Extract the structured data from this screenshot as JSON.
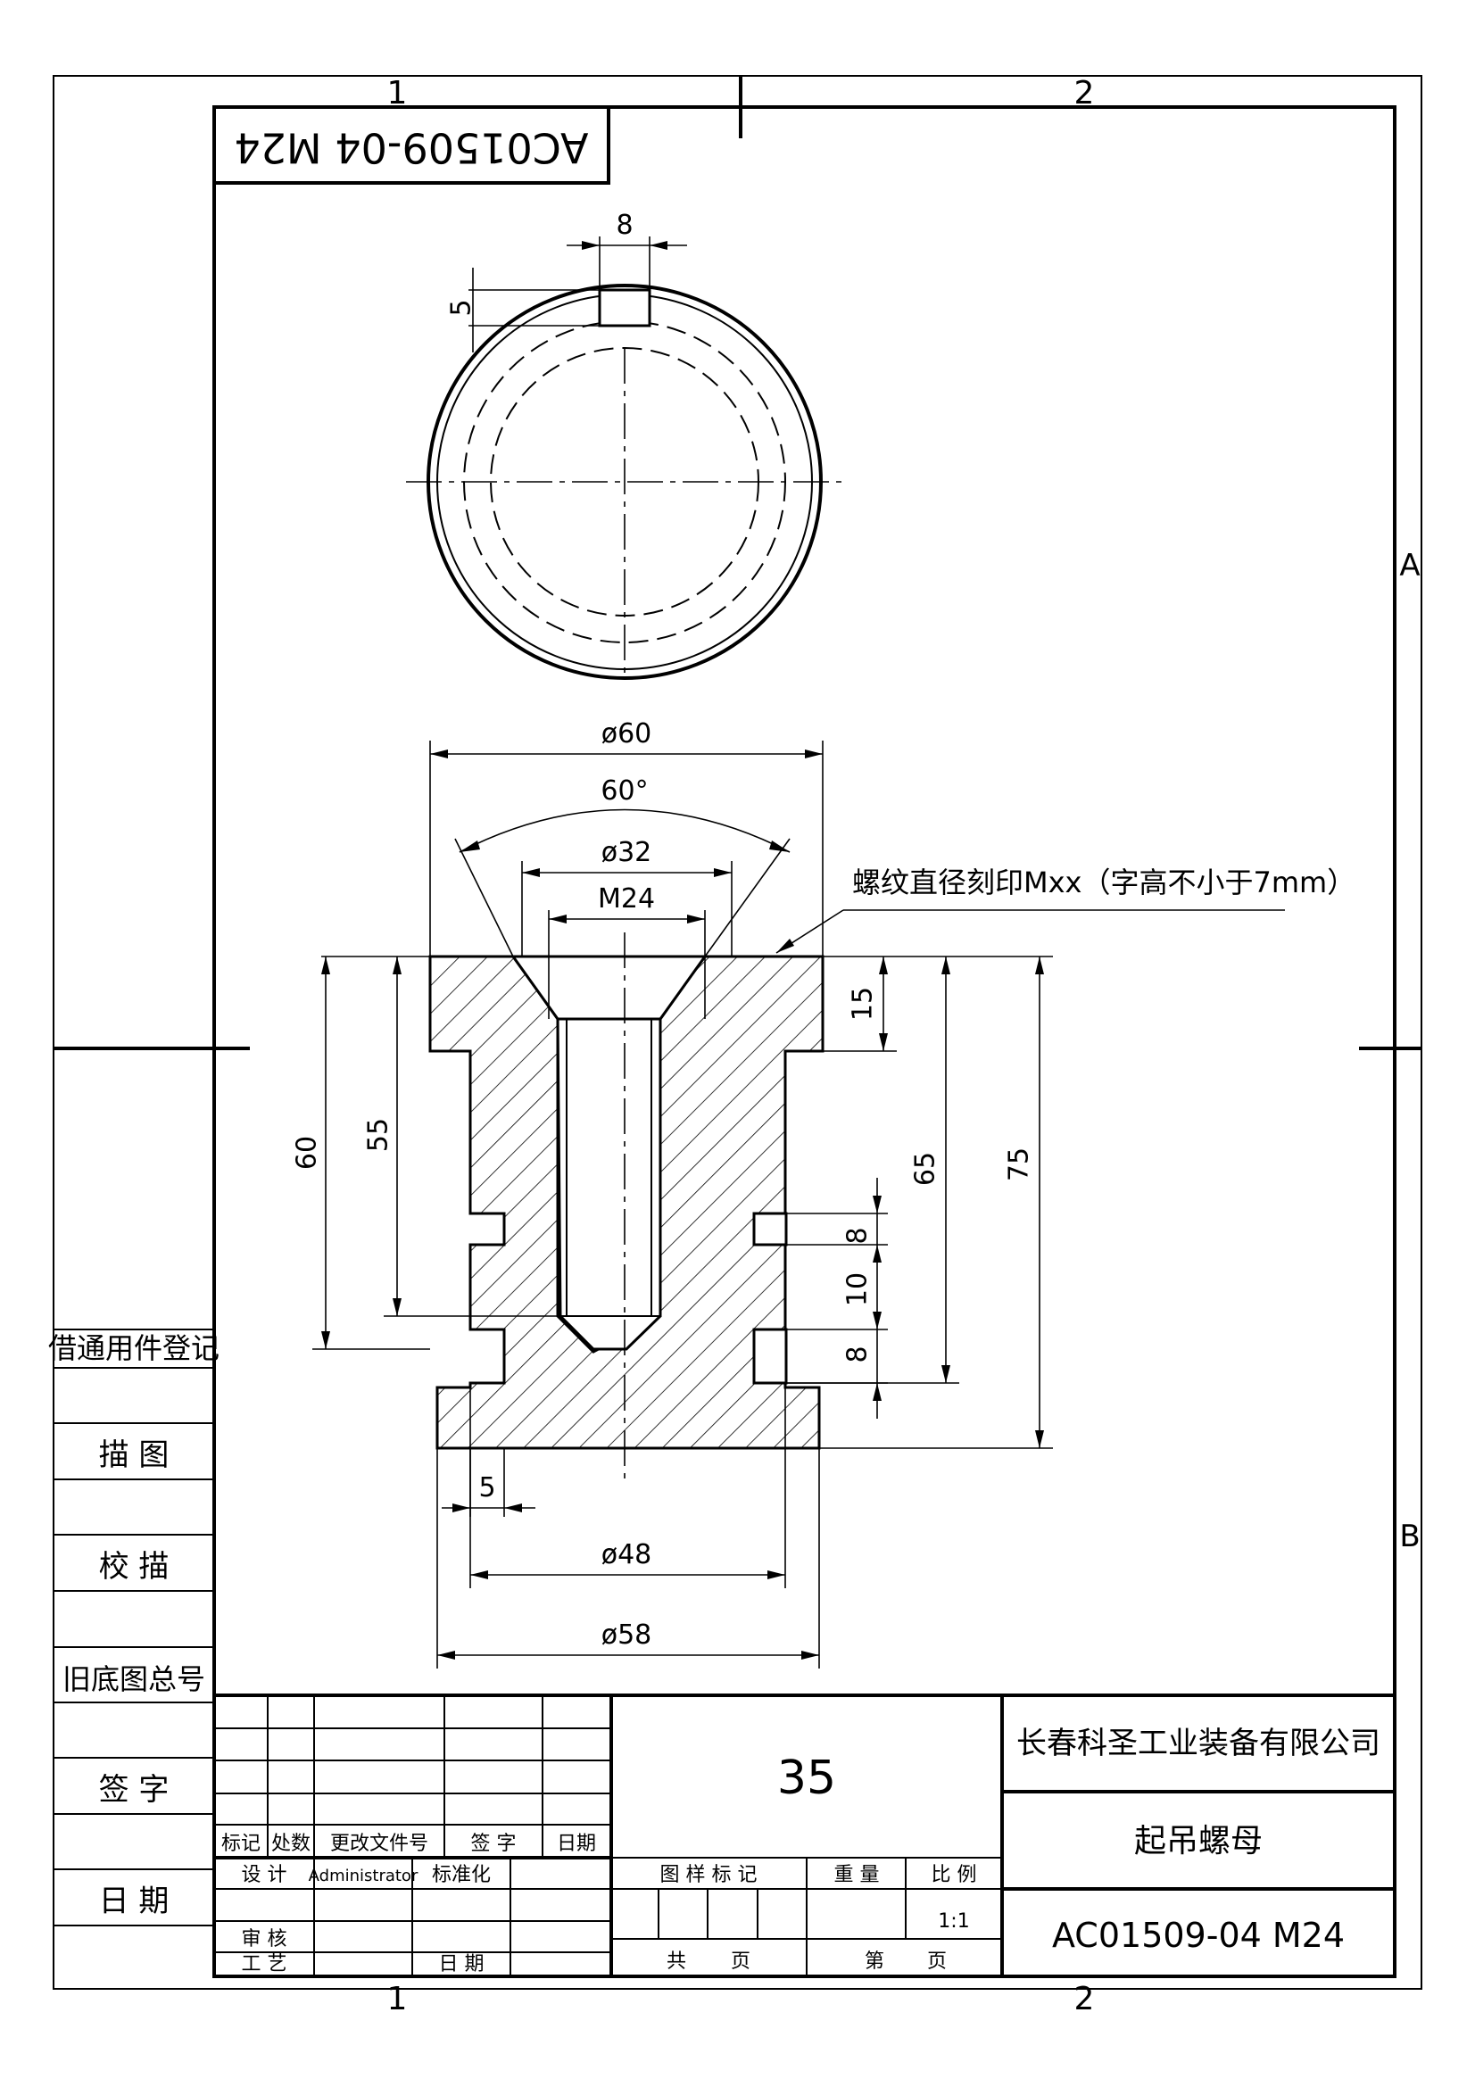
{
  "sheet": {
    "zones_top": [
      "1",
      "2"
    ],
    "zones_bottom": [
      "1",
      "2"
    ],
    "zones_right": [
      "A",
      "B"
    ],
    "stamp_mirrored": "AC01509-04 M24"
  },
  "side_strip": {
    "labels": [
      "借通用件登记",
      "描 图",
      "校 描",
      "旧底图总号",
      "签 字",
      "日 期"
    ]
  },
  "top_view": {
    "dims": {
      "slot_width": "8",
      "slot_depth": "5"
    }
  },
  "section_view": {
    "dims": {
      "outer_dia": "ø60",
      "angle": "60°",
      "counterbore_dia": "ø32",
      "thread": "M24",
      "left_height_60": "60",
      "left_height_55": "55",
      "top_15": "15",
      "height_65": "65",
      "height_75": "75",
      "groove_8a": "8",
      "groove_10": "10",
      "groove_8b": "8",
      "flange_5": "5",
      "groove_dia": "ø48",
      "base_dia": "ø58"
    },
    "note": "螺纹直径刻印Mxx（字高不小于7mm）"
  },
  "title_block": {
    "material": "35",
    "company": "长春科圣工业装备有限公司",
    "part_name": "起吊螺母",
    "drawing_no": "AC01509-04 M24",
    "rev_headers": [
      "标记",
      "处数",
      "更改文件号",
      "签 字",
      "日期"
    ],
    "design_label": "设 计",
    "designer": "Administrator",
    "standardize_label": "标准化",
    "review_label": "审 核",
    "process_label": "工 艺",
    "date_label": "日 期",
    "sample_mark_label": "图 样 标 记",
    "weight_label": "重 量",
    "scale_label": "比 例",
    "scale": "1:1",
    "total_label": "共",
    "page_label": "页",
    "sheet_label": "第",
    "sheet_page_label": "页"
  }
}
